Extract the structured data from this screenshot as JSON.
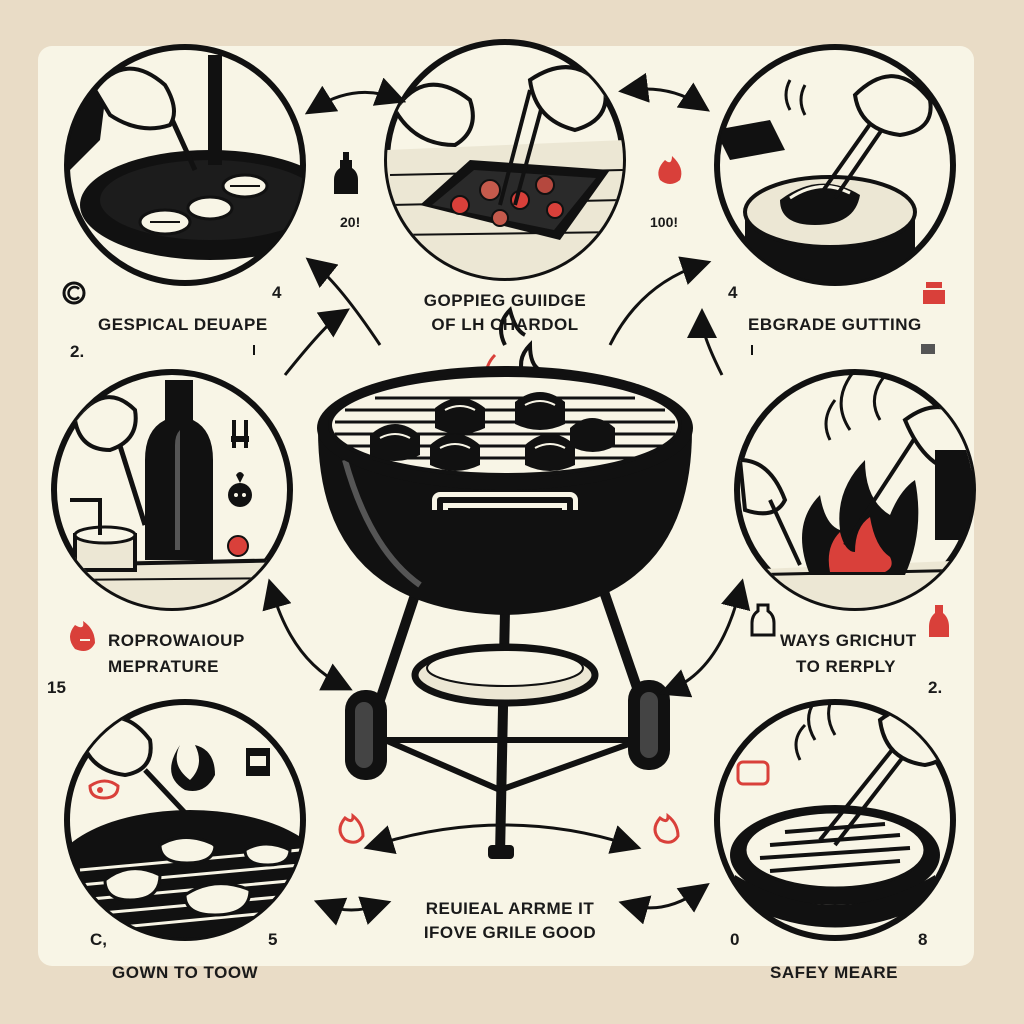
{
  "colors": {
    "ink": "#111111",
    "paper": "#f8f5e6",
    "background": "#e9dcc6",
    "accent": "#d9403a"
  },
  "labels": {
    "top_left": "GESPICAL DEUAPE",
    "top_center_line1": "GOPPIEG GUIIDGE",
    "top_center_line2": "OF LH CHARDOL",
    "top_right": "EBGRADE GUTTING",
    "mid_left_line1": "ROPROWAIOUP",
    "mid_left_line2": "MEPRATURE",
    "mid_right_line1": "WAYS GRICHUT",
    "mid_right_line2": "TO RERPLY",
    "bottom_left": "GOWN TO TOOW",
    "bottom_center_line1": "REUIEAL ARRME IT",
    "bottom_center_line2": "IFOVE GRILE GOOD",
    "bottom_right": "SAFEY MEARE"
  },
  "numbers": {
    "n_4_left": "4",
    "n_2_left": "2.",
    "n_20": "20!",
    "n_100": "100!",
    "n_4_right": "4",
    "n_15": "15",
    "n_2_right": "2.",
    "n_c_bottom": "C,",
    "n_5": "5",
    "n_0": "0",
    "n_8": "8"
  },
  "icons": [
    "sauce-bottle-icon",
    "fire-icon",
    "copyright-icon",
    "grill-icon",
    "tongs-icon",
    "charcoal-icon",
    "flame-icon",
    "steak-icon"
  ]
}
